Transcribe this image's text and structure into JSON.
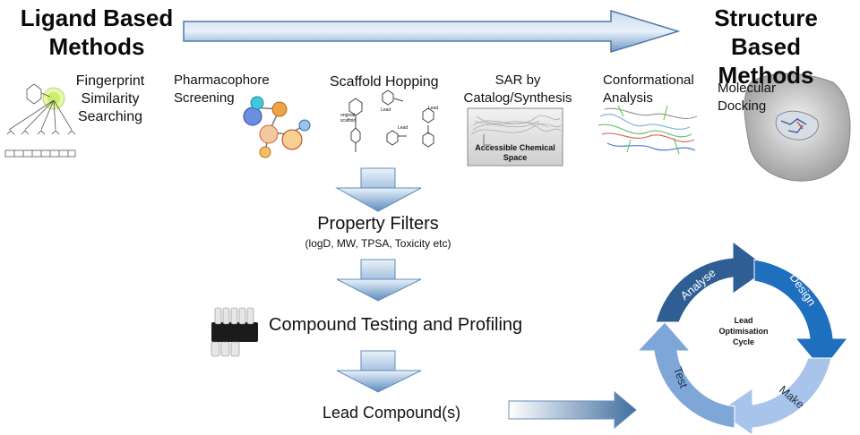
{
  "titles": {
    "left": [
      "Ligand Based",
      "Methods"
    ],
    "right": [
      "Structure Based",
      "Methods"
    ]
  },
  "methods": {
    "fingerprint": [
      "Fingerprint",
      "Similarity",
      "Searching"
    ],
    "pharmacophore": [
      "Pharmacophore",
      "Screening"
    ],
    "scaffold": "Scaffold Hopping",
    "sar": [
      "SAR by",
      "Catalog/Synthesis"
    ],
    "sar_image_caption": [
      "Accessible Chemical",
      "Space"
    ],
    "conformational": [
      "Conformational",
      "Analysis"
    ],
    "docking": [
      "Molecular",
      "Docking"
    ]
  },
  "scaffold_captions": [
    "original scaffold",
    "Lead",
    "Lead",
    "Lead"
  ],
  "pipeline": {
    "property_filters": "Property Filters",
    "property_filters_sub": "(logD, MW, TPSA, Toxicity etc)",
    "testing": "Compound Testing and Profiling",
    "lead": "Lead Compound(s)"
  },
  "cycle": {
    "center": [
      "Lead",
      "Optimisation",
      "Cycle"
    ],
    "steps": [
      "Analyse",
      "Design",
      "Make",
      "Test"
    ],
    "colors": {
      "analyse": "#2e5e93",
      "design": "#1f6fbf",
      "make": "#a9c4ea",
      "test": "#7ea7d8"
    }
  },
  "colors": {
    "arrow_light": "#dbe8f5",
    "arrow_dark": "#4a78a8"
  }
}
